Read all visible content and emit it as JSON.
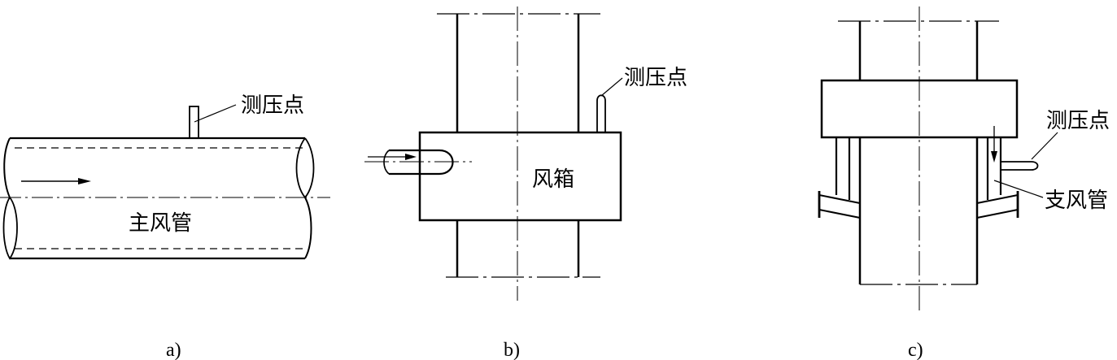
{
  "figures": {
    "a": {
      "caption": "a)",
      "pressure_point_label": "测压点",
      "pipe_label": "主风管"
    },
    "b": {
      "caption": "b)",
      "pressure_point_label": "测压点",
      "box_label": "风箱"
    },
    "c": {
      "caption": "c)",
      "pressure_point_label": "测压点",
      "branch_label": "支风管"
    }
  }
}
